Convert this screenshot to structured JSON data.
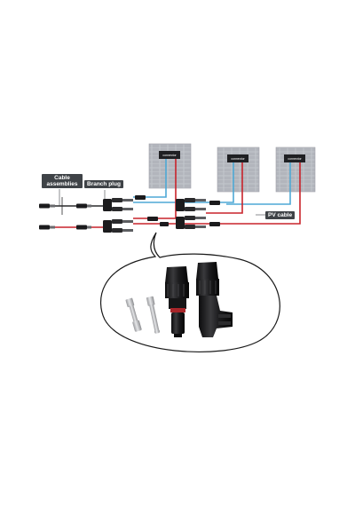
{
  "labels": {
    "cable_assemblies": "Cable assemblies",
    "branch_plug": "Branch plug",
    "pv_cable": "PV cable"
  },
  "junction_boxes": [
    {
      "text": "connector"
    },
    {
      "text": "connector"
    },
    {
      "text": "connector"
    }
  ],
  "colors": {
    "positive_wire": "#c9242b",
    "negative_wire": "#4fa9d6",
    "label_bg": "#3f4347",
    "panel_cell": "#b9bcc2",
    "connector_body": "#1d1d1f",
    "pin_metal": "#c9cacc"
  }
}
